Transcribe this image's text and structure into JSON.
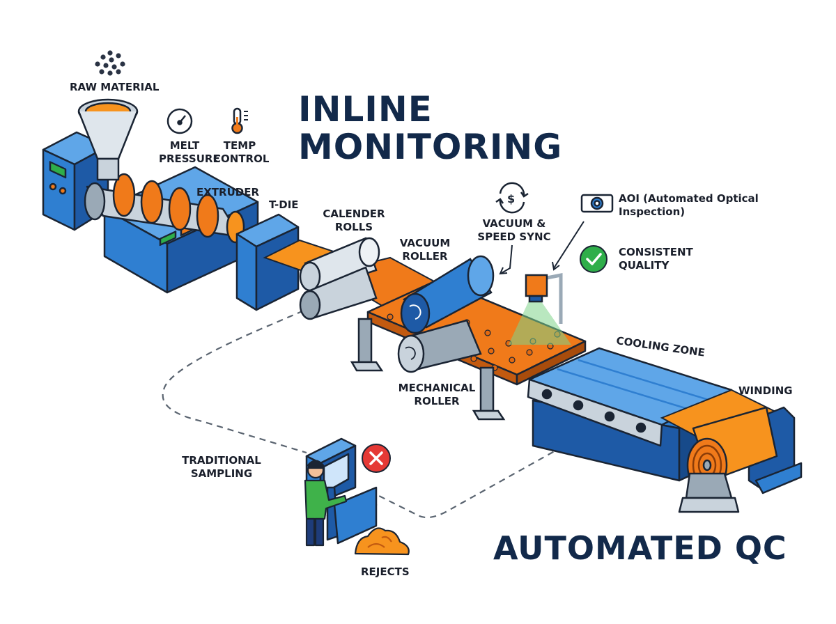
{
  "title": {
    "line1": "INLINE",
    "line2": "MONITORING"
  },
  "footer_title": "AUTOMATED QC",
  "labels": {
    "raw_material": "RAW MATERIAL",
    "melt_pressure": {
      "line1": "MELT",
      "line2": "PRESSURE"
    },
    "temp_control": {
      "line1": "TEMP",
      "line2": "CONTROL"
    },
    "extruder": "EXTRUDER",
    "t_die": "T-DIE",
    "calender_rolls": {
      "line1": "CALENDER",
      "line2": "ROLLS"
    },
    "vacuum_roller": {
      "line1": "VACUUM",
      "line2": "ROLLER"
    },
    "vacuum_speed_sync": {
      "line1": "VACUUM &",
      "line2": "SPEED SYNC"
    },
    "aoi": {
      "line1": "AOI (Automated Optical",
      "line2": "Inspection)"
    },
    "consistent_quality": {
      "line1": "CONSISTENT",
      "line2": "QUALITY"
    },
    "cooling_zone": "COOLING ZONE",
    "winding": "WINDING",
    "mechanical_roller": {
      "line1": "MECHANICAL",
      "line2": "ROLLER"
    },
    "traditional_sampling": {
      "line1": "TRADITIONAL",
      "line2": "SAMPLING"
    },
    "rejects": "REJECTS"
  },
  "icons": [
    "pellets-icon",
    "gauge-icon",
    "thermometer-icon",
    "speed-sync-icon",
    "camera-icon",
    "check-circle-icon",
    "x-circle-icon"
  ],
  "colors": {
    "machine_blue": "#2f7fd1",
    "machine_dark": "#1e5aa6",
    "film_orange": "#f7931e",
    "heater_orange": "#f07a1a",
    "steel_gray": "#c9d3dc",
    "text_navy": "#12294a",
    "check_green": "#2fae4a",
    "reject_red": "#e53935"
  }
}
